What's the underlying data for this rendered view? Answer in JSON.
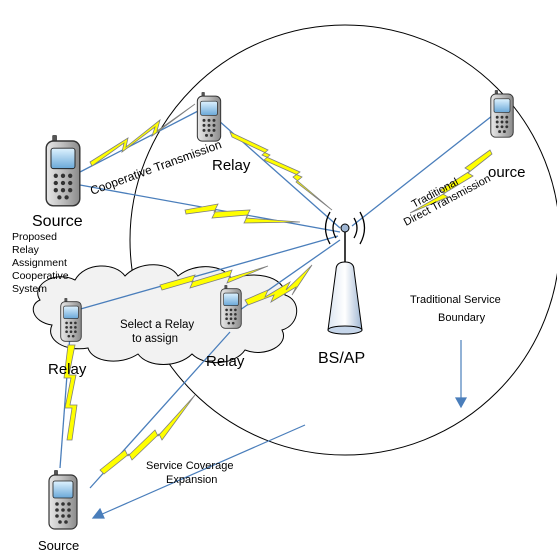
{
  "labels": {
    "cooperative_transmission": "Cooperative Transmission",
    "relay_top": "Relay",
    "source_left": "Source",
    "source_right": "ource",
    "traditional_direct_1": "Traditional",
    "traditional_direct_2": "Direct Transmission",
    "proposed_1": "Proposed",
    "proposed_2": "Relay",
    "proposed_3": "Assignment",
    "proposed_4": "Cooperative",
    "proposed_5": "System",
    "select_relay_1": "Select a Relay",
    "select_relay_2": "to assign",
    "relay_left": "Relay",
    "relay_middle": "Relay",
    "bs_ap": "BS/AP",
    "boundary_1": "Traditional Service",
    "boundary_2": "Boundary",
    "coverage_1": "Service Coverage",
    "coverage_2": "Expansion",
    "source_bottom": "Source"
  },
  "colors": {
    "link_line": "#4a7ebb",
    "lightning_fill": "#ffff00",
    "lightning_stroke": "#7f7f7f",
    "cloud_fill": "#f2f2f2",
    "antenna_fill": "#dce6f2",
    "phone_body": "#c0c0c0",
    "arrow": "#4a7ebb"
  }
}
